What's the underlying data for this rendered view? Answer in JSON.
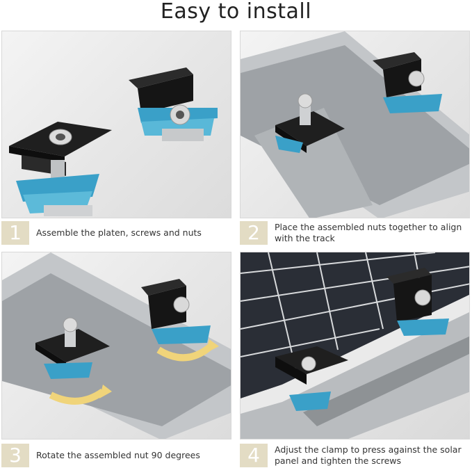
{
  "title": "Easy to install",
  "steps": [
    {
      "number": "1",
      "text": "Assemble the platen, screws and nuts"
    },
    {
      "number": "2",
      "text": "Place the assembled nuts together to align with the track"
    },
    {
      "number": "3",
      "text": "Rotate the assembled nut 90 degrees"
    },
    {
      "number": "4",
      "text": "Adjust the clamp to press against the solar panel and tighten the screws"
    }
  ],
  "colors": {
    "badge": "#e3dcc4",
    "clamp": "#1e1e1e",
    "nut_plate": "#3aa0c8",
    "rail": "#b9bcbf",
    "arrow": "#f0d47a",
    "panel_cell": "#2a2e36"
  }
}
